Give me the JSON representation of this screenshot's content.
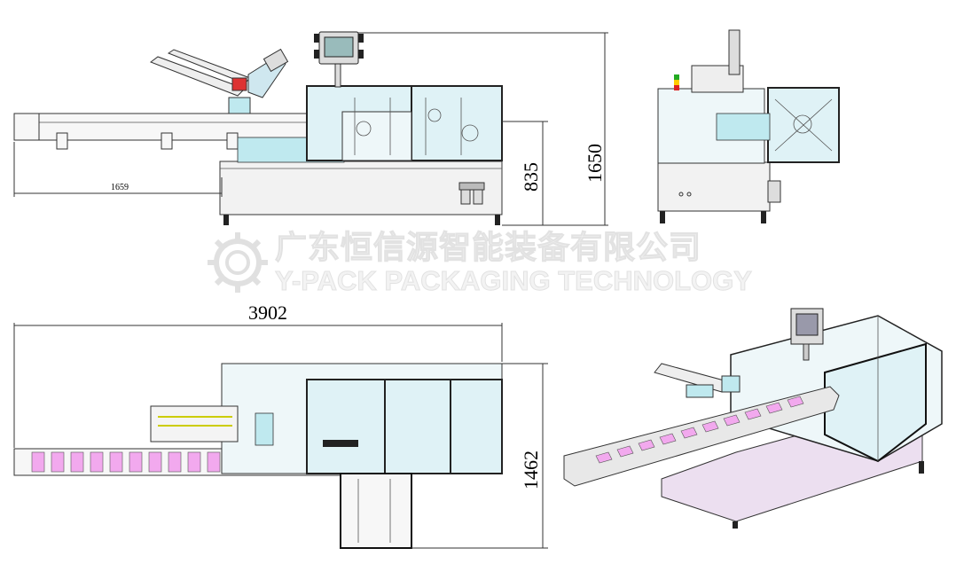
{
  "watermark": {
    "company_cn": "广东恒信源智能装备有限公司",
    "company_en": "Y-PACK PACKAGING TECHNOLOGY",
    "logo_icon": "gear-logo-icon"
  },
  "front_view": {
    "dim_conveyor_length": "1659",
    "dim_table_height": "835",
    "dim_total_height": "1650"
  },
  "top_view": {
    "dim_total_length": "3902",
    "dim_total_depth": "1462"
  },
  "colors": {
    "product_pink": "#f2a9ee",
    "glass_cyan": "#dff2f6",
    "frame": "#333333"
  }
}
